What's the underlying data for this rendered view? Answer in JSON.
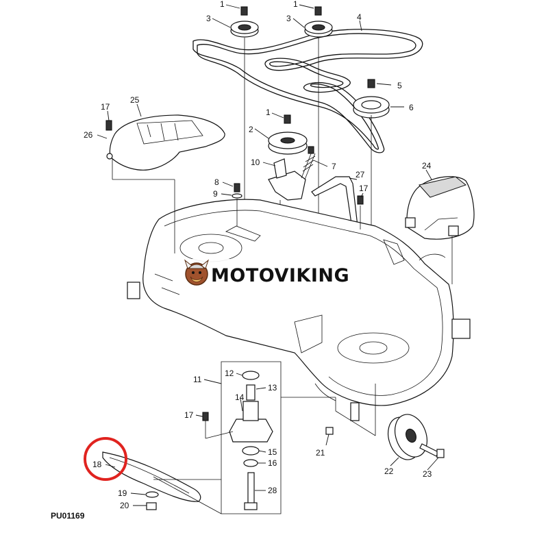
{
  "watermark": {
    "brand": "MOTOVIKING",
    "logo_icon": "viking-mascot-icon"
  },
  "figure_id": "PU01169",
  "highlight": {
    "part": "18",
    "color": "#e0231f"
  },
  "callouts": {
    "p1a": "1",
    "p1b": "1",
    "p1c": "1",
    "p2": "2",
    "p3a": "3",
    "p3b": "3",
    "p4": "4",
    "p5": "5",
    "p6": "6",
    "p7": "7",
    "p8": "8",
    "p9": "9",
    "p10": "10",
    "p11": "11",
    "p12": "12",
    "p13": "13",
    "p14": "14",
    "p15": "15",
    "p16": "16",
    "p17a": "17",
    "p17b": "17",
    "p17c": "17",
    "p18": "18",
    "p19": "19",
    "p20": "20",
    "p21": "21",
    "p22": "22",
    "p23": "23",
    "p24": "24",
    "p25": "25",
    "p26": "26",
    "p27": "27",
    "p28": "28"
  }
}
